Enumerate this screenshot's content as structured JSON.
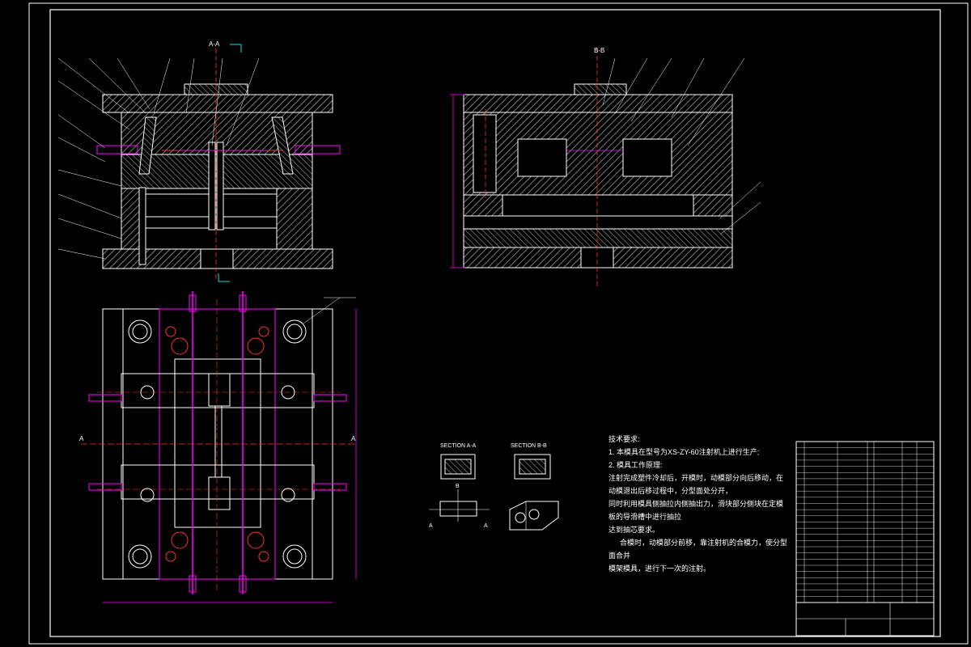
{
  "drawing": {
    "background": "#000000",
    "line_color": "#ffffff",
    "hatch_color": "#cfcfcf",
    "accent_magenta": "#ff00ff",
    "accent_red": "#ff3030",
    "accent_cyan": "#00e0e0",
    "accent_yellow": "#ffff00"
  },
  "views": {
    "front_section_label": "A-A",
    "side_section_label": "B-B",
    "top_view_section_marks": [
      "A",
      "A"
    ],
    "section_a_label": "SECTION A-A",
    "section_b_label": "SECTION B-B",
    "section_a_marks": [
      "A",
      "A",
      "B"
    ]
  },
  "technical_notes": {
    "title": "技术要求:",
    "lines": [
      "1. 本模具在型号为XS-ZY-60注射机上进行生产;",
      "2. 模具工作原理:",
      "注射完成塑件冷却后，开模时，动模部分向后移动，在",
      "动模退出后移过程中，分型面处分开，",
      "同时利用模具侧抽拉内侧抽出力，滑块部分侧块在定模",
      "板的导滑槽中进行抽拉",
      "达到抽芯要求。",
      "合模时，动模部分前移，靠注射机的合模力，使分型",
      "面合并",
      "模架模具，进行下一次的注射。"
    ]
  }
}
